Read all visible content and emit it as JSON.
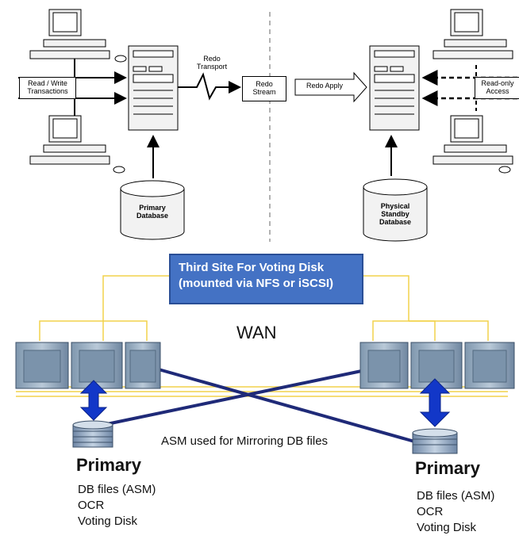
{
  "top_diagram": {
    "read_write_label": "Read / Write\nTransactions",
    "redo_transport_label": "Redo\nTransport",
    "redo_stream_label": "Redo\nStream",
    "redo_apply_label": "Redo Apply",
    "read_only_label": "Read-only\nAccess",
    "primary_db_label": "Primary\nDatabase",
    "standby_db_label": "Physical\nStandby\nDatabase"
  },
  "bottom_diagram": {
    "third_site_label": "Third Site For Voting Disk (mounted via NFS or iSCSI)",
    "wan_label": "WAN",
    "asm_label": "ASM used for Mirroring DB files",
    "left_site": {
      "title": "Primary",
      "items": [
        "DB files (ASM)",
        "OCR",
        "Voting Disk"
      ]
    },
    "right_site": {
      "title": "Primary",
      "items": [
        "DB files (ASM)",
        "OCR",
        "Voting Disk"
      ]
    }
  },
  "colors": {
    "accent_blue": "#4472C4",
    "link_yellow": "#F2D24B",
    "cross_link_navy": "#1F2A78",
    "arrow_blue": "#1237C8"
  }
}
